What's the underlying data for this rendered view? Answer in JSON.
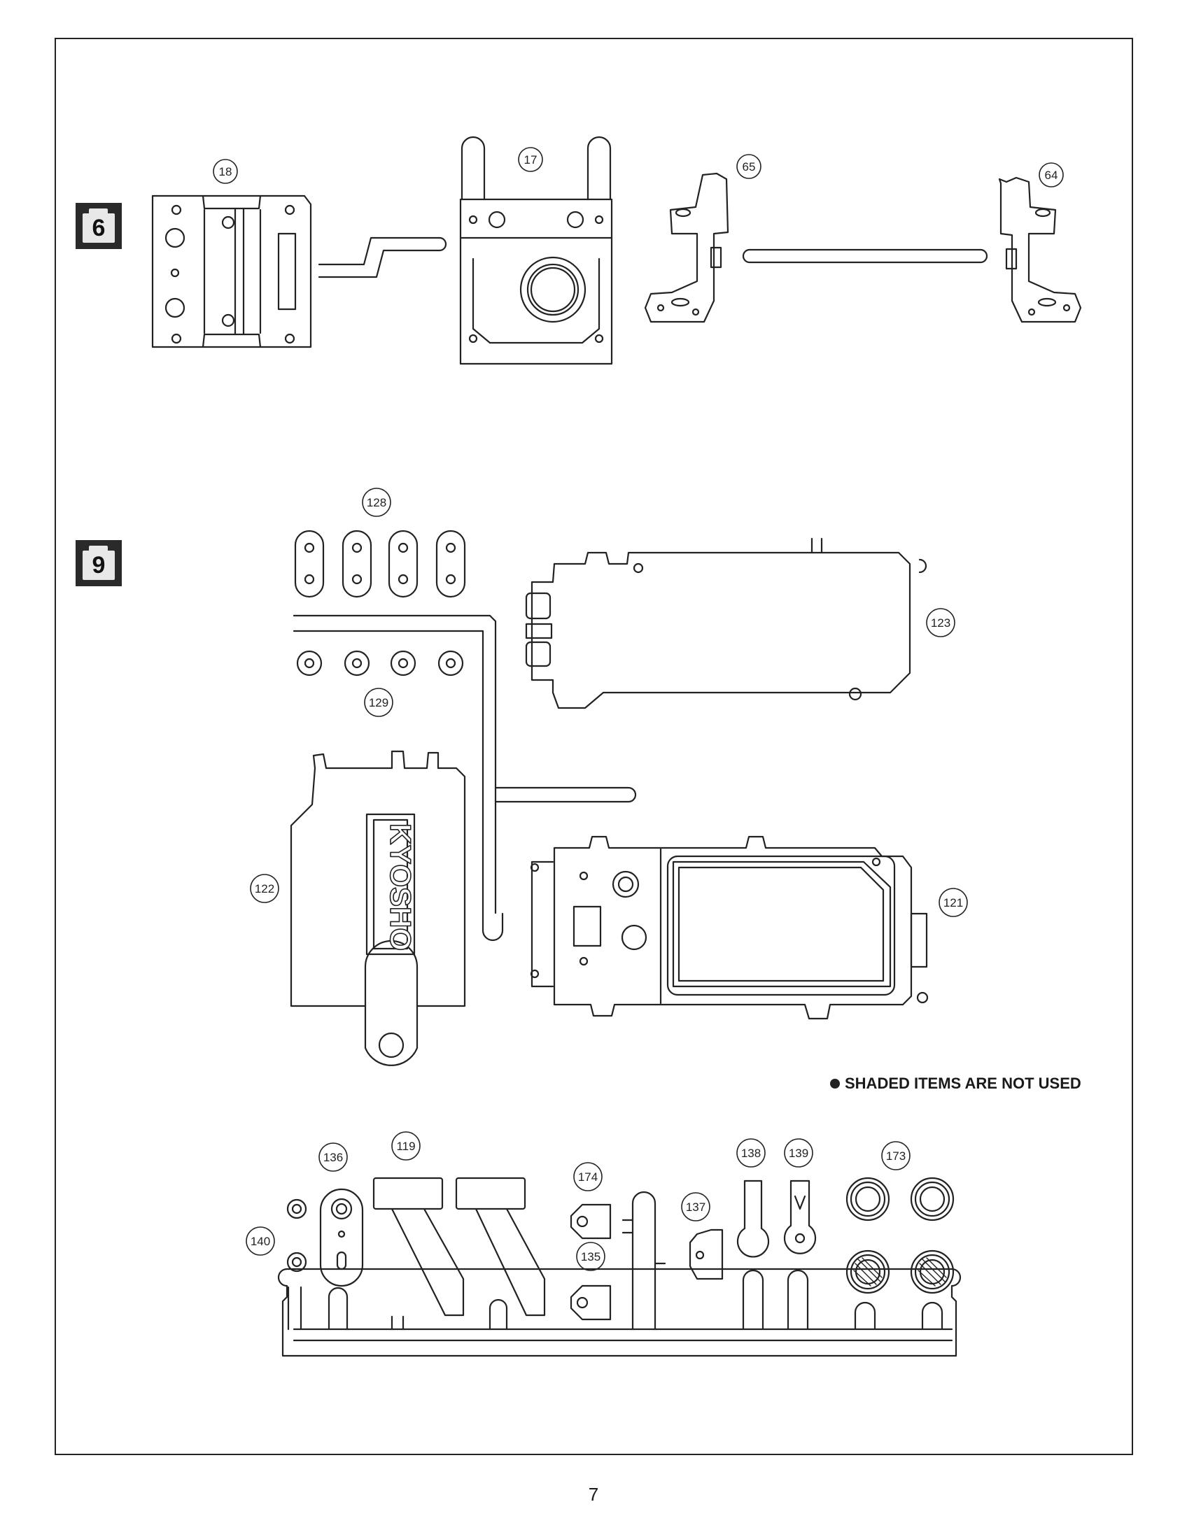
{
  "steps": [
    {
      "number": "6"
    },
    {
      "number": "9"
    }
  ],
  "part_numbers": {
    "p18": "18",
    "p17": "17",
    "p65": "65",
    "p64": "64",
    "p128": "128",
    "p129": "129",
    "p123": "123",
    "p122": "122",
    "p121": "121",
    "p136": "136",
    "p119": "119",
    "p174": "174",
    "p135": "135",
    "p137": "137",
    "p138": "138",
    "p139": "139",
    "p173": "173",
    "p140": "140"
  },
  "logo_text": "KYOSHO",
  "notice": "SHADED ITEMS ARE NOT USED",
  "page_number": "7"
}
